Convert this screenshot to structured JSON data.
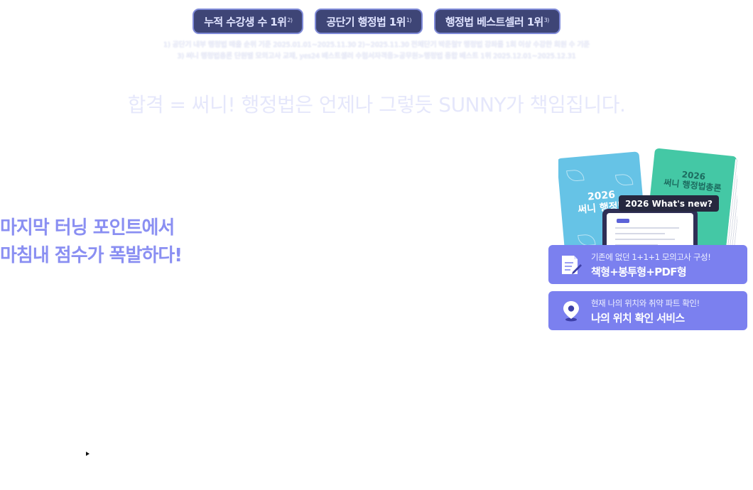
{
  "badges": [
    {
      "label": "누적 수강생 수 1위",
      "note": "2)"
    },
    {
      "label": "공단기 행정법 1위",
      "note": "1)"
    },
    {
      "label": "행정법 베스트셀러 1위",
      "note": "3)"
    }
  ],
  "footnotes": [
    "1) 공단기 내부 행정법 매출 순위 기준 2025.01.01~2025.11.30 2)~2025.11.30 전체단기 박준철T 행정법 강좌를 1회 이상 수강한 회원 수 기준",
    "3) 써니 행정법총론 단원별 모의고사 교재, yes24 베스트셀러 수험서자격증>공무원>행정법 종합 베스트 1위 2025.12.01~2025.12.31"
  ],
  "slogan": "합격 = 써니! 행정법은 언제나 그렇듯 SUNNY가 책임집니다.",
  "headline": {
    "line1": "마지막 터닝 포인트에서",
    "line2": "마침내 점수가 폭발하다!"
  },
  "product": {
    "book_front_title_1": "2026",
    "book_front_title_2": "써니 행정법",
    "book_back_title_1": "2026",
    "book_back_title_2": "써니 행정법총론",
    "whats_new": "2026 What's new?"
  },
  "features": [
    {
      "icon": "document-pen-icon",
      "sub": "기존에 없던 1+1+1 모의고사 구성!",
      "main": "책형+봉투형+PDF형"
    },
    {
      "icon": "location-pin-icon",
      "sub": "현재 나의 위치와 취약 파트 확인!",
      "main": "나의 위치 확인 서비스"
    }
  ],
  "colors": {
    "badge_bg": "#3e4576",
    "badge_border": "#7f8ad8",
    "headline": "#8a8ff2",
    "card_bg": "#7b80ef",
    "slogan": "#e5e7fb"
  }
}
